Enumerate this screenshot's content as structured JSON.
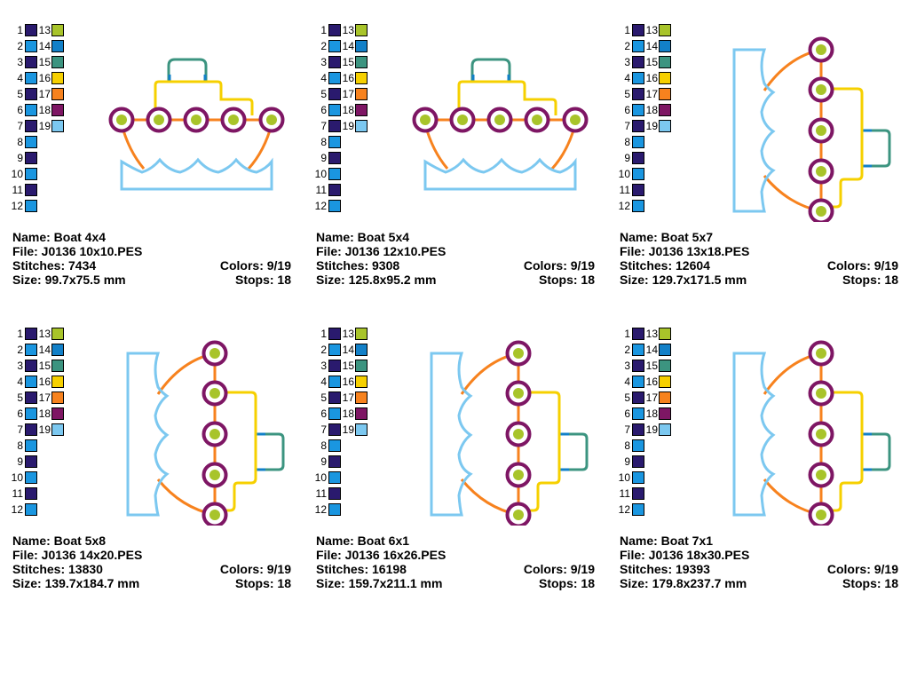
{
  "palette": {
    "left": [
      {
        "num": "1",
        "color": "#2a1a6e"
      },
      {
        "num": "2",
        "color": "#1a96e0"
      },
      {
        "num": "3",
        "color": "#2a1a6e"
      },
      {
        "num": "4",
        "color": "#1a96e0"
      },
      {
        "num": "5",
        "color": "#2a1a6e"
      },
      {
        "num": "6",
        "color": "#1a96e0"
      },
      {
        "num": "7",
        "color": "#2a1a6e"
      },
      {
        "num": "8",
        "color": "#1a96e0"
      },
      {
        "num": "9",
        "color": "#2a1a6e"
      },
      {
        "num": "10",
        "color": "#1a96e0"
      },
      {
        "num": "11",
        "color": "#2a1a6e"
      },
      {
        "num": "12",
        "color": "#1a96e0"
      }
    ],
    "right": [
      {
        "num": "13",
        "color": "#a8c42a"
      },
      {
        "num": "14",
        "color": "#1280c8"
      },
      {
        "num": "15",
        "color": "#3c9480"
      },
      {
        "num": "16",
        "color": "#f6d000"
      },
      {
        "num": "17",
        "color": "#f7821e"
      },
      {
        "num": "18",
        "color": "#7e1664"
      },
      {
        "num": "19",
        "color": "#7cc8f0"
      }
    ]
  },
  "design_colors": {
    "porthole_ring": "#7e1664",
    "porthole_center": "#a8c42a",
    "hull_line": "#f7821e",
    "cabin": "#f6d000",
    "chimney": "#3c9480",
    "chimney_base": "#1280c8",
    "water": "#7cc8f0"
  },
  "designs": [
    {
      "name": "Name: Boat 4x4",
      "file": "File: J0136 10x10.PES",
      "stitches": "Stitches: 7434",
      "size": "Size: 99.7x75.5 mm",
      "colors": "Colors: 9/19",
      "stops": "Stops: 18",
      "orientation": "horizontal"
    },
    {
      "name": "Name: Boat 5x4",
      "file": "File: J0136 12x10.PES",
      "stitches": "Stitches: 9308",
      "size": "Size: 125.8x95.2 mm",
      "colors": "Colors: 9/19",
      "stops": "Stops: 18",
      "orientation": "horizontal"
    },
    {
      "name": "Name: Boat 5x7",
      "file": "File: J0136 13x18.PES",
      "stitches": "Stitches: 12604",
      "size": "Size: 129.7x171.5 mm",
      "colors": "Colors: 9/19",
      "stops": "Stops: 18",
      "orientation": "vertical"
    },
    {
      "name": "Name: Boat 5x8",
      "file": "File: J0136 14x20.PES",
      "stitches": "Stitches: 13830",
      "size": "Size: 139.7x184.7 mm",
      "colors": "Colors: 9/19",
      "stops": "Stops: 18",
      "orientation": "vertical"
    },
    {
      "name": "Name: Boat 6x1",
      "file": "File: J0136 16x26.PES",
      "stitches": "Stitches: 16198",
      "size": "Size: 159.7x211.1 mm",
      "colors": "Colors: 9/19",
      "stops": "Stops: 18",
      "orientation": "vertical"
    },
    {
      "name": "Name: Boat 7x1",
      "file": "File: J0136 18x30.PES",
      "stitches": "Stitches: 19393",
      "size": "Size: 179.8x237.7 mm",
      "colors": "Colors: 9/19",
      "stops": "Stops: 18",
      "orientation": "vertical"
    }
  ]
}
